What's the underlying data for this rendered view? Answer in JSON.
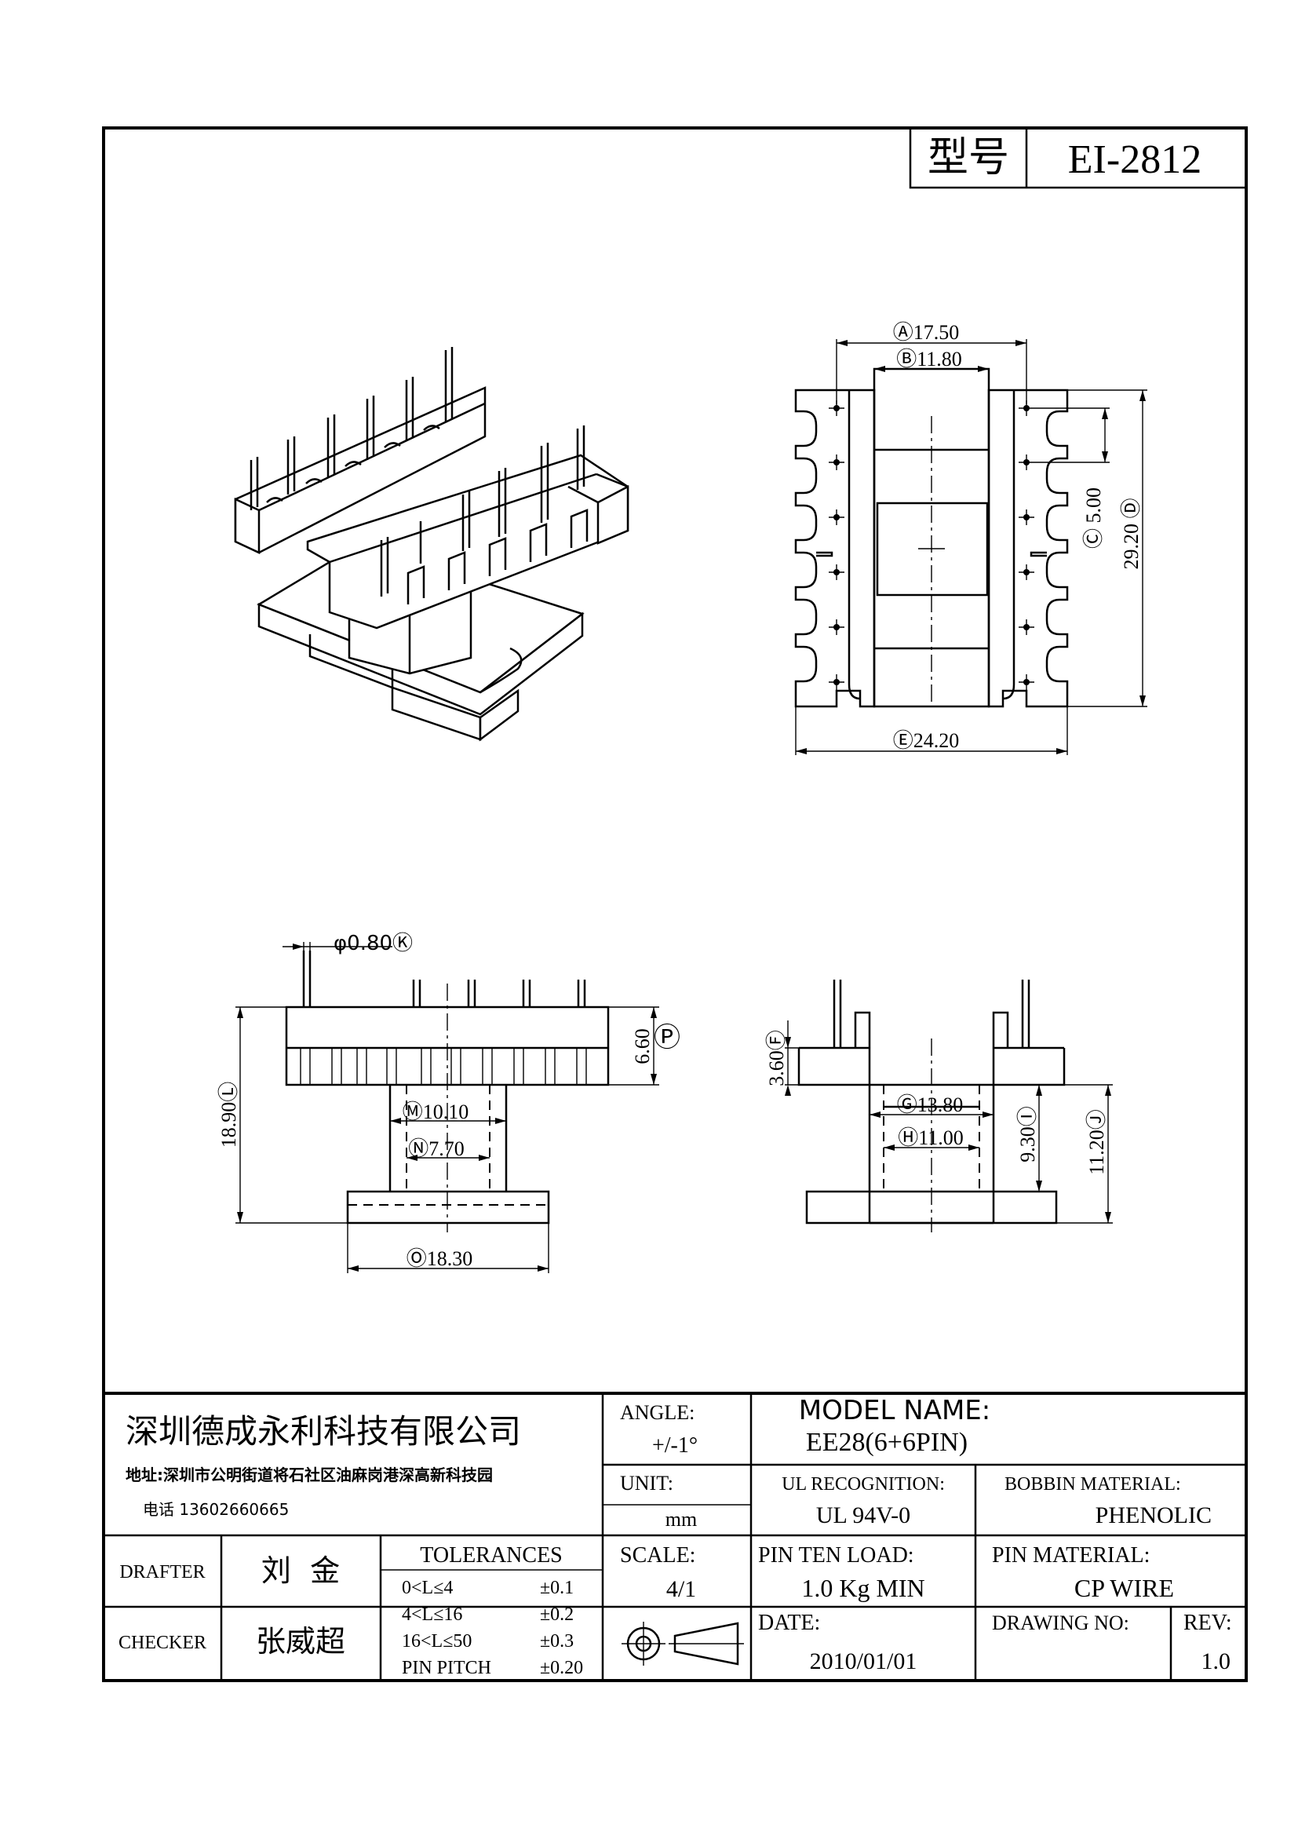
{
  "header": {
    "model_label": "型号",
    "model_value": "EI-2812"
  },
  "dimensions": {
    "A": "Ⓐ17.50",
    "B": "Ⓑ11.80",
    "C": "Ⓒ 5.00",
    "D": "29.20 Ⓓ",
    "E": "Ⓔ24.20",
    "K": "φ0.80Ⓚ",
    "L": "18.90Ⓛ",
    "M": "Ⓜ10.10",
    "N": "Ⓝ7.70",
    "O": "Ⓞ18.30",
    "P": "6.60",
    "P_mark": "Ⓟ",
    "F": "3.60Ⓕ",
    "G": "Ⓖ13.80",
    "H": "Ⓗ11.00",
    "I": "9.30Ⓘ",
    "J": "11.20Ⓙ"
  },
  "title_block": {
    "company": "深圳德成永利科技有限公司",
    "address": "地址:深圳市公明街道将石社区油麻岗港深高新科技园",
    "phone": "电话 13602660665",
    "angle_label": "ANGLE:",
    "angle_value": "+/-1°",
    "model_name_label": "MODEL NAME:",
    "model_name_value": "EE28(6+6PIN)",
    "unit_label": "UNIT:",
    "unit_value": "mm",
    "ul_label": "UL RECOGNITION:",
    "ul_value": "UL 94V-0",
    "bobbin_label": "BOBBIN MATERIAL:",
    "bobbin_value": "PHENOLIC",
    "drafter_label": "DRAFTER",
    "drafter_name": "刘  金",
    "checker_label": "CHECKER",
    "checker_name": "张威超",
    "tolerances_label": "TOLERANCES",
    "tolerances": [
      {
        "range": "0<L≤4",
        "tol": "±0.1"
      },
      {
        "range": "4<L≤16",
        "tol": "±0.2"
      },
      {
        "range": "16<L≤50",
        "tol": "±0.3"
      },
      {
        "range": "PIN PITCH",
        "tol": "±0.20"
      }
    ],
    "scale_label": "SCALE:",
    "scale_value": "4/1",
    "pin_load_label": "PIN TEN LOAD:",
    "pin_load_value": "1.0 Kg MIN",
    "pin_material_label": "PIN MATERIAL:",
    "pin_material_value": "CP WIRE",
    "date_label": "DATE:",
    "date_value": "2010/01/01",
    "drawing_no_label": "DRAWING NO:",
    "drawing_no_value": "",
    "rev_label": "REV:",
    "rev_value": "1.0"
  },
  "icons": {
    "projection": "first-angle-projection-icon"
  }
}
